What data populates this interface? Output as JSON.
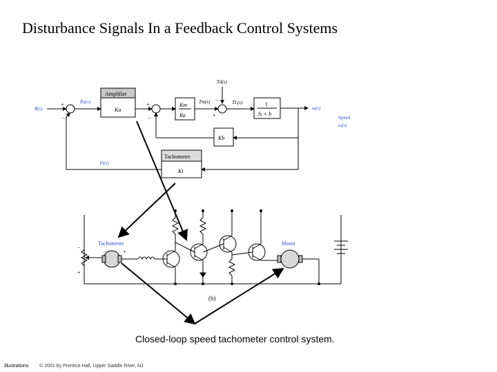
{
  "page_title": "Disturbance Signals In a Feedback Control Systems",
  "block_diagram": {
    "amplifier_title": "Amplifier",
    "amplifier_gain": "Ka",
    "motor_num": "Km",
    "motor_den": "Ra",
    "load_num": "1",
    "load_den": "Js + b",
    "back_emf": "Kb",
    "tachometer_title": "Tachometer",
    "tach_gain": "Kt",
    "r_label": "R(s)",
    "ea_label": "Ea(s)",
    "tm_label": "Tm(s)",
    "tl_label": "TL(s)",
    "td_label": "Td(s)",
    "omega_label": "ω(s)",
    "speed_label": "Speed",
    "speed_sub": "ω(s)",
    "vt_label": "Vt(s)",
    "sum_signs": [
      "+",
      "−",
      "+",
      "−",
      "−",
      "+"
    ]
  },
  "circuit": {
    "tachometer_label": "Tachometer",
    "motor_label": "Motor",
    "part_label": "(b)",
    "pot_minus": "−",
    "pot_plus": "+",
    "tach_minus": "−",
    "tach_plus": "+"
  },
  "caption": "Closed-loop speed tachometer control system.",
  "footer_left": "Illustrations",
  "footer_right": "© 2001 by Prentice Hall, Upper Saddle River, NJ"
}
